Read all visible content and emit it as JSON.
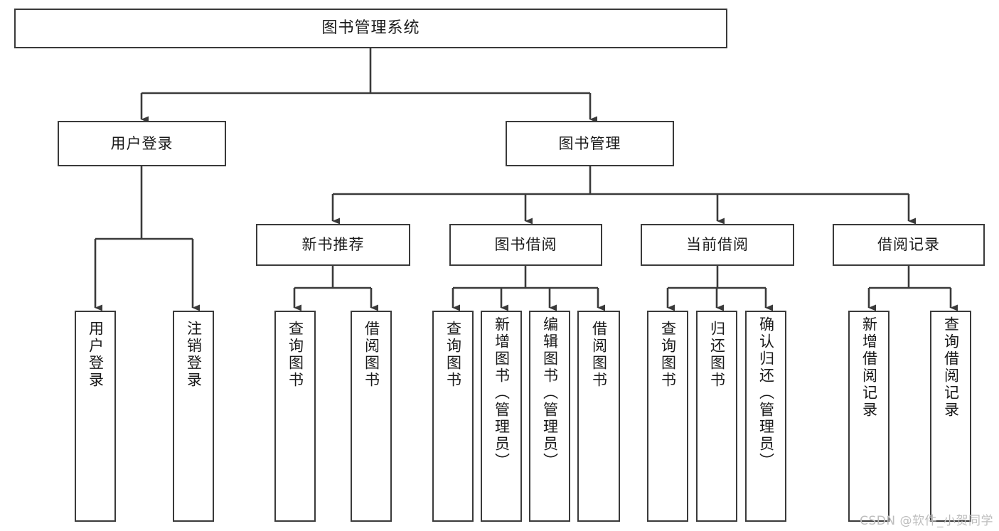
{
  "diagram": {
    "type": "tree-hierarchy",
    "title": "图书管理系统",
    "style": {
      "box_border": "#3a3a3a",
      "box_fill": "#ffffff",
      "line": "#3a3a3a",
      "text": "#1a1a1a",
      "background": "#ffffff"
    }
  },
  "nodes": {
    "root": {
      "label": "图书管理系统"
    },
    "level2": [
      {
        "id": "user-login",
        "label": "用户登录"
      },
      {
        "id": "book-manage",
        "label": "图书管理"
      }
    ],
    "level3": [
      {
        "id": "new-book-recommend",
        "label": "新书推荐"
      },
      {
        "id": "book-borrow",
        "label": "图书借阅"
      },
      {
        "id": "current-borrow",
        "label": "当前借阅"
      },
      {
        "id": "borrow-record",
        "label": "借阅记录"
      }
    ],
    "leaves": {
      "user_login": [
        {
          "id": "leaf-user-login",
          "label": "用户登录"
        },
        {
          "id": "leaf-logout-login",
          "label": "注销登录"
        }
      ],
      "new_book_recommend": [
        {
          "id": "leaf-query-book-1",
          "label": "查询图书"
        },
        {
          "id": "leaf-borrow-book-1",
          "label": "借阅图书"
        }
      ],
      "book_borrow": [
        {
          "id": "leaf-query-book-2",
          "label": "查询图书"
        },
        {
          "id": "leaf-add-book",
          "label": "新增图书（管理员）"
        },
        {
          "id": "leaf-edit-book",
          "label": "编辑图书（管理员）"
        },
        {
          "id": "leaf-borrow-book-2",
          "label": "借阅图书"
        }
      ],
      "current_borrow": [
        {
          "id": "leaf-query-book-3",
          "label": "查询图书"
        },
        {
          "id": "leaf-return-book",
          "label": "归还图书"
        },
        {
          "id": "leaf-confirm-return",
          "label": "确认归还（管理员）"
        }
      ],
      "borrow_record": [
        {
          "id": "leaf-add-borrow-record",
          "label": "新增借阅记录"
        },
        {
          "id": "leaf-query-borrow-record",
          "label": "查询借阅记录"
        }
      ]
    }
  },
  "watermark": {
    "text": "CSDN @软件_小贺同学"
  }
}
